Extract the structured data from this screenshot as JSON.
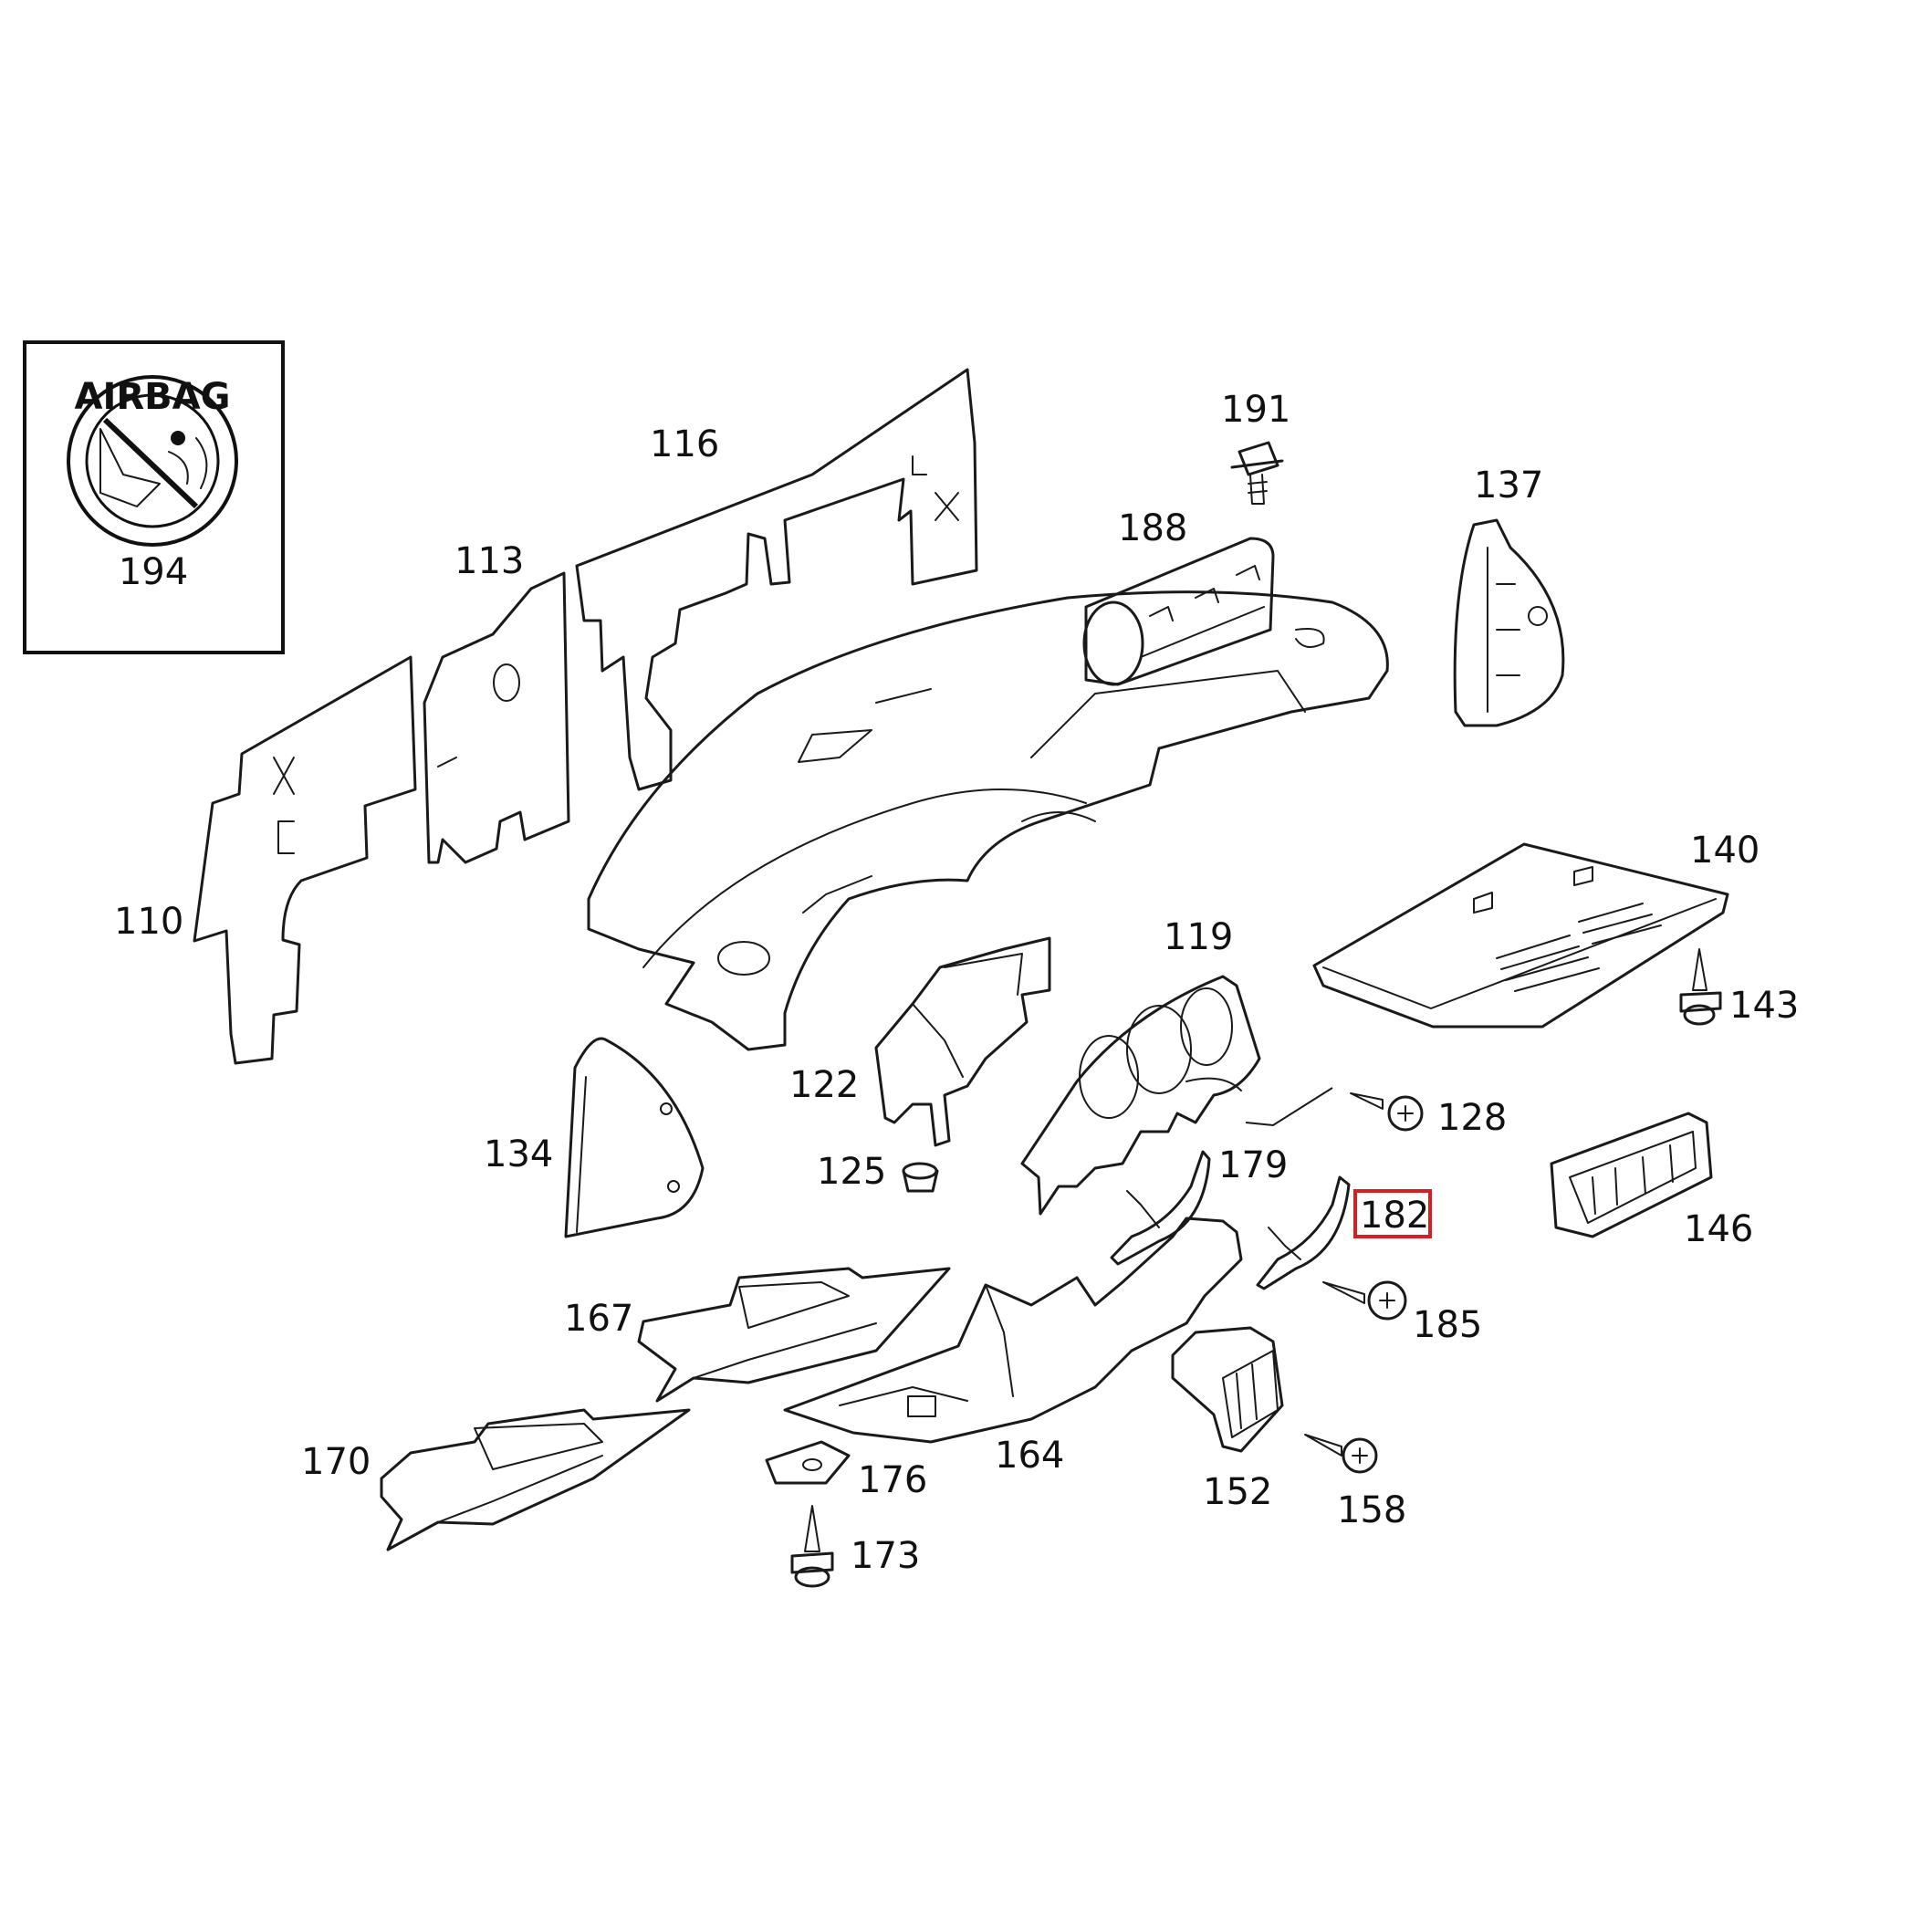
{
  "highlight_color": "#d62020",
  "labels": {
    "p110": "110",
    "p113": "113",
    "p116": "116",
    "p119": "119",
    "p122": "122",
    "p125": "125",
    "p128": "128",
    "p134": "134",
    "p137": "137",
    "p140": "140",
    "p143": "143",
    "p146": "146",
    "p152": "152",
    "p158": "158",
    "p164": "164",
    "p167": "167",
    "p170": "170",
    "p173": "173",
    "p176": "176",
    "p179": "179",
    "p182": "182",
    "p185": "185",
    "p188": "188",
    "p191": "191",
    "p194": "194"
  },
  "highlighted_part": "182",
  "inset_icon": "airbag-warning-icon",
  "airbag_label": "AIRBAG"
}
